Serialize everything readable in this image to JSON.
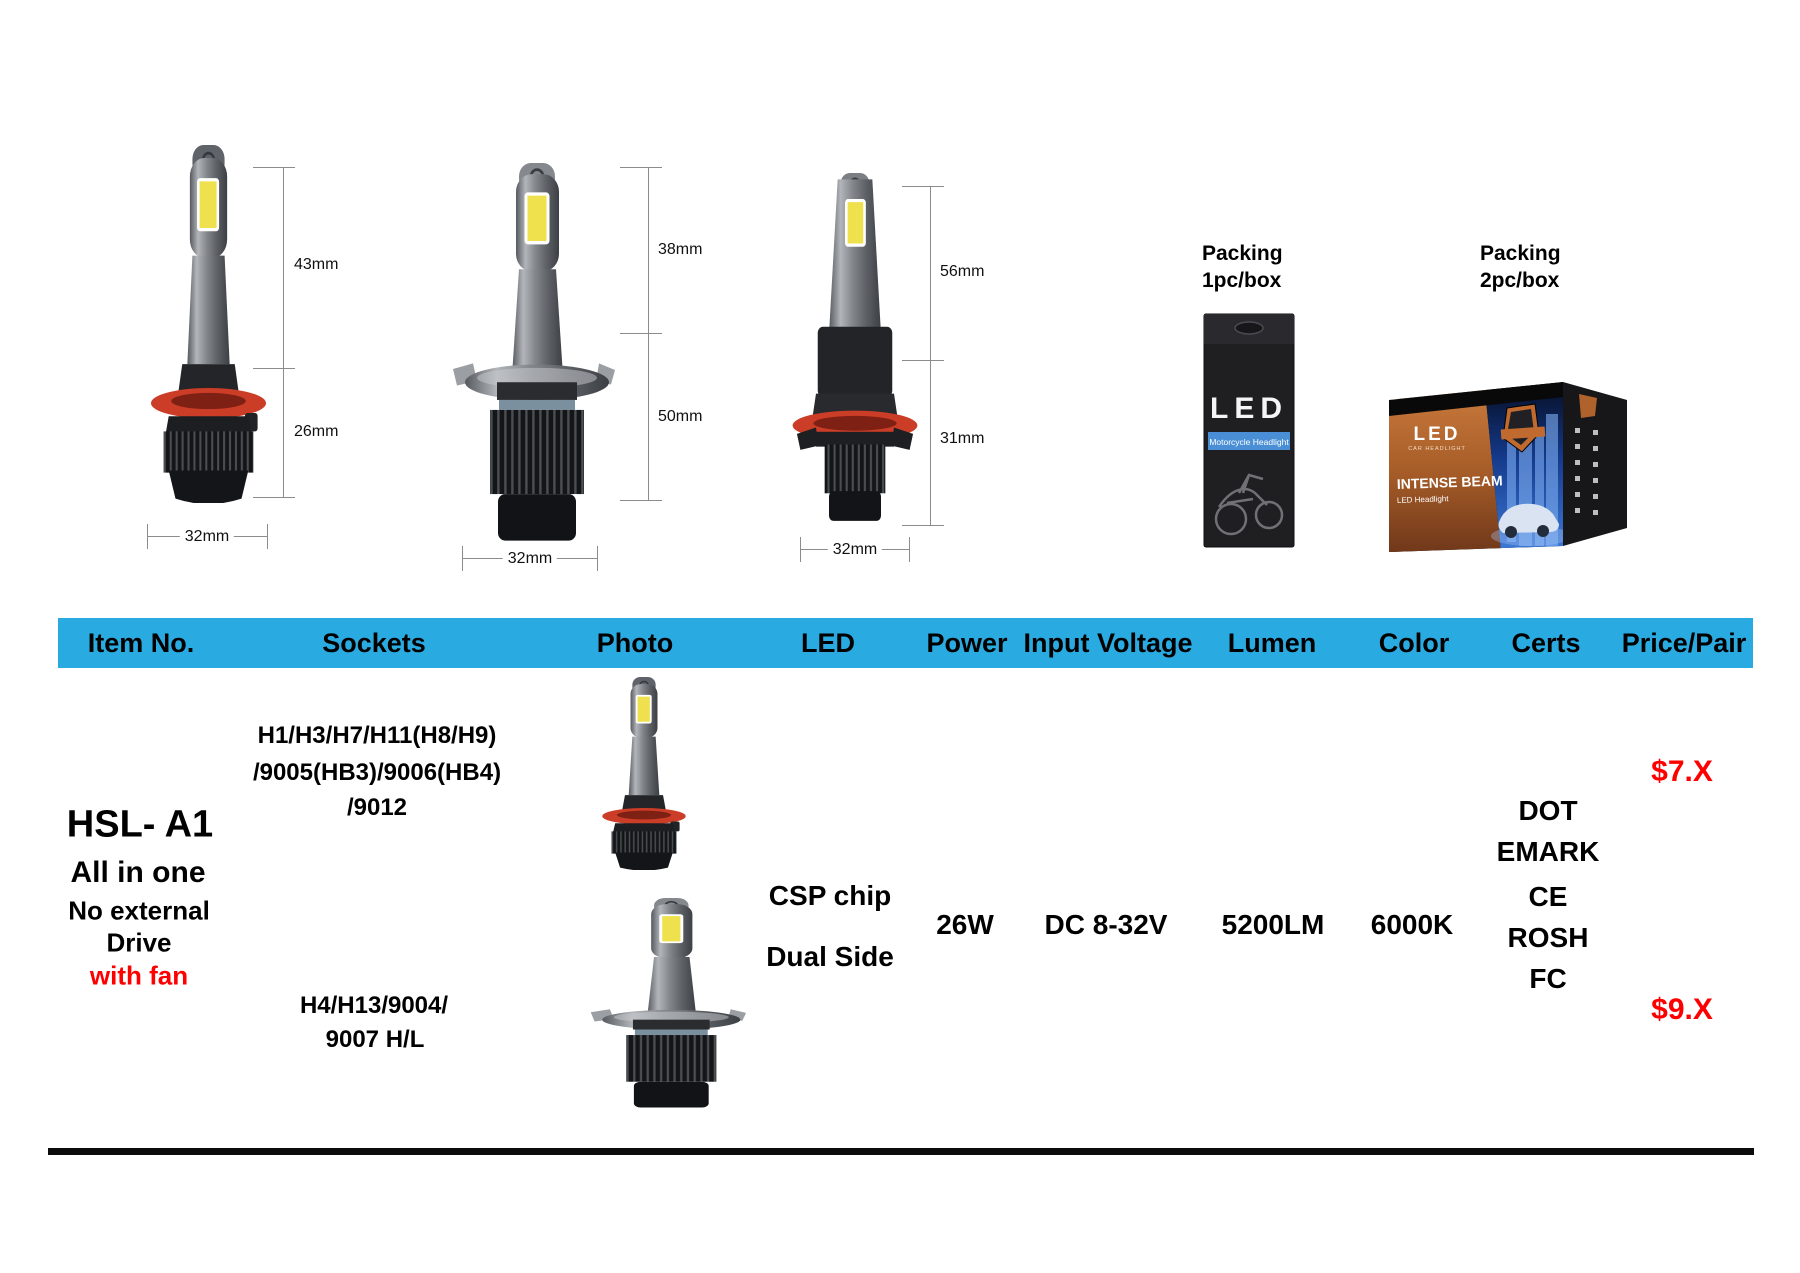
{
  "colors": {
    "header_bg": "#29abe2",
    "accent_red": "#ff0000",
    "dim_line": "#8c8c8c"
  },
  "figures": {
    "bulb_h11": {
      "dim_top": "43mm",
      "dim_bottom": "26mm",
      "dim_width": "32mm"
    },
    "bulb_h4": {
      "dim_top": "38mm",
      "dim_bottom": "50mm",
      "dim_width": "32mm"
    },
    "bulb_9007": {
      "dim_top": "56mm",
      "dim_bottom": "31mm",
      "dim_width": "32mm"
    }
  },
  "packing_single": {
    "title_line1": "Packing",
    "title_line2": "1pc/box",
    "box": {
      "led": "LED",
      "strip": "Motorcycle Headlight"
    }
  },
  "packing_double": {
    "title_line1": "Packing",
    "title_line2": "2pc/box",
    "box": {
      "led": "LED",
      "sub": "CAR HEADLIGHT",
      "beam": "INTENSE BEAM",
      "headlight": "LED Headlight"
    }
  },
  "table": {
    "columns": [
      "Item No.",
      "Sockets",
      "Photo",
      "LED",
      "Power",
      "Input Voltage",
      "Lumen",
      "Color",
      "Certs",
      "Price/Pair"
    ],
    "row": {
      "item_no": "HSL- A1",
      "features": [
        "All in one",
        "No external",
        "Drive",
        "with fan"
      ],
      "sockets_group1": [
        "H1/H3/H7/H11(H8/H9)",
        "/9005(HB3)/9006(HB4)",
        "/9012"
      ],
      "sockets_group2": [
        "H4/H13/9004/",
        "9007 H/L"
      ],
      "led": [
        "CSP chip",
        "Dual Side"
      ],
      "power": "26W",
      "input_voltage": "DC 8-32V",
      "lumen": "5200LM",
      "color_temp": "6000K",
      "certs": [
        "DOT",
        "EMARK",
        "CE",
        "ROSH",
        "FC"
      ],
      "price_single": "$7.X",
      "price_double": "$9.X"
    }
  }
}
